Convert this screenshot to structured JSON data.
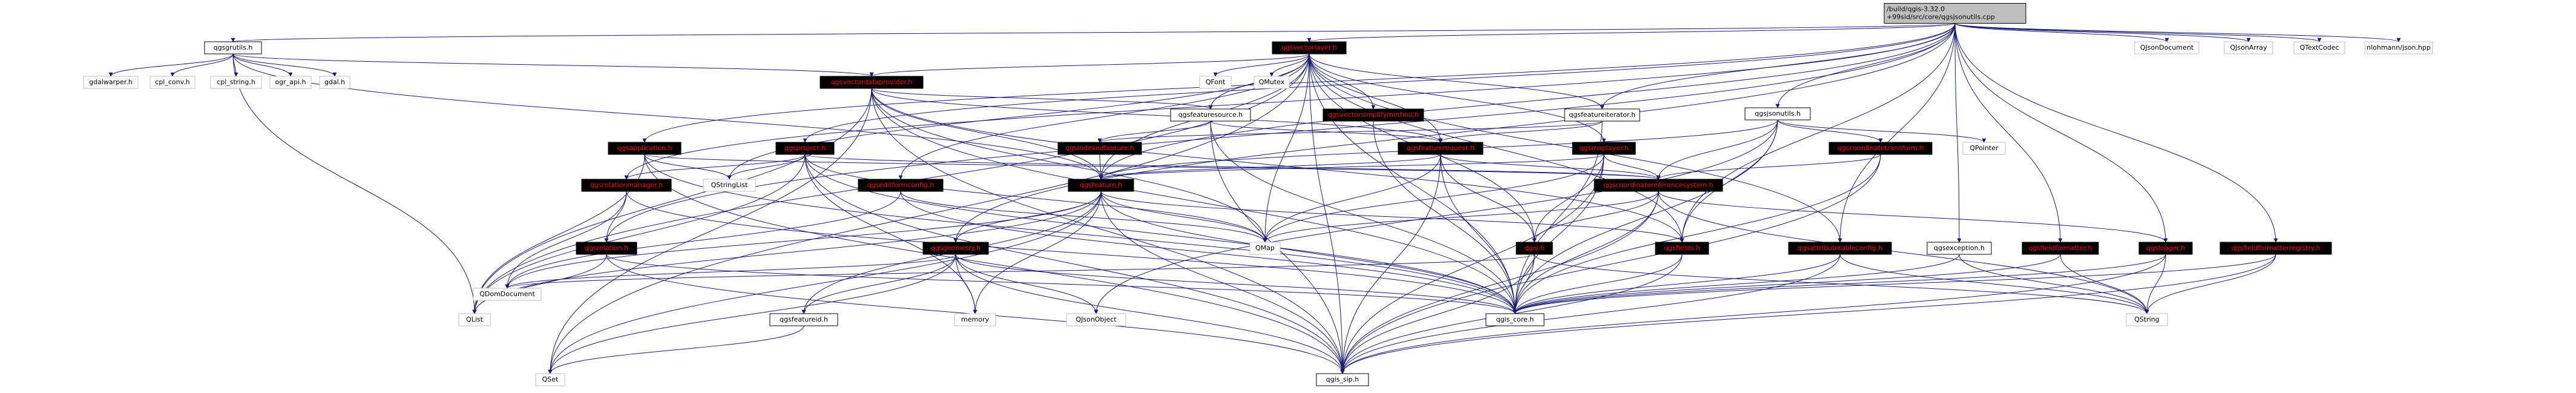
{
  "colors": {
    "edge": "#191970",
    "root_fill": "#bfbfbf",
    "red_text": "#ff0000",
    "grey_border": "#bfbfbf"
  },
  "nodes": [
    {
      "id": "root",
      "lines": [
        "/build/qgis-3.32.0",
        "+99sid/src/core/qgsjsonutils.cpp"
      ],
      "kind": "root"
    },
    {
      "id": "qgsrutils",
      "lines": [
        "qgsgrutils.h"
      ],
      "kind": "plain"
    },
    {
      "id": "vectorlayer",
      "lines": [
        "qgsvectorlayer.h"
      ],
      "kind": "red"
    },
    {
      "id": "jsonutils",
      "lines": [
        "qgsjsonutils.h"
      ],
      "kind": "plain"
    },
    {
      "id": "qjsondoc",
      "lines": [
        "QJsonDocument"
      ],
      "kind": "grey"
    },
    {
      "id": "qjsonarray",
      "lines": [
        "QJsonArray"
      ],
      "kind": "grey"
    },
    {
      "id": "qtextcodec",
      "lines": [
        "QTextCodec"
      ],
      "kind": "grey"
    },
    {
      "id": "nlohmann",
      "lines": [
        "nlohmann/json.hpp"
      ],
      "kind": "grey"
    },
    {
      "id": "gdalwarper",
      "lines": [
        "gdalwarper.h"
      ],
      "kind": "grey"
    },
    {
      "id": "cplconv",
      "lines": [
        "cpl_conv.h"
      ],
      "kind": "grey"
    },
    {
      "id": "cplstring",
      "lines": [
        "cpl_string.h"
      ],
      "kind": "grey"
    },
    {
      "id": "ograpi",
      "lines": [
        "ogr_api.h"
      ],
      "kind": "grey"
    },
    {
      "id": "gdal",
      "lines": [
        "gdal.h"
      ],
      "kind": "grey"
    },
    {
      "id": "vectordp",
      "lines": [
        "qgsvectordataprovider.h"
      ],
      "kind": "red"
    },
    {
      "id": "qfont",
      "lines": [
        "QFont"
      ],
      "kind": "grey"
    },
    {
      "id": "qmutex",
      "lines": [
        "QMutex"
      ],
      "kind": "grey"
    },
    {
      "id": "featuresource",
      "lines": [
        "qgsfeaturesource.h"
      ],
      "kind": "plain"
    },
    {
      "id": "simplify",
      "lines": [
        "qgsvectorsimplifymethod.h"
      ],
      "kind": "red"
    },
    {
      "id": "featureiterator",
      "lines": [
        "qgsfeatureiterator.h"
      ],
      "kind": "plain"
    },
    {
      "id": "qpointer",
      "lines": [
        "QPointer"
      ],
      "kind": "grey"
    },
    {
      "id": "indexedfeature",
      "lines": [
        "qgsindexedfeature.h"
      ],
      "kind": "red"
    },
    {
      "id": "featurerequest",
      "lines": [
        "qgsfeaturerequest.h"
      ],
      "kind": "red"
    },
    {
      "id": "maplayer",
      "lines": [
        "qgsmaplayer.h"
      ],
      "kind": "red"
    },
    {
      "id": "coordtransform",
      "lines": [
        "qgscoordinatetransform.h"
      ],
      "kind": "red"
    },
    {
      "id": "application",
      "lines": [
        "qgsapplication.h"
      ],
      "kind": "red"
    },
    {
      "id": "project",
      "lines": [
        "qgsproject.h"
      ],
      "kind": "red"
    },
    {
      "id": "editformconfig",
      "lines": [
        "qgseditformconfig.h"
      ],
      "kind": "red"
    },
    {
      "id": "feature",
      "lines": [
        "qgsfeature.h"
      ],
      "kind": "red"
    },
    {
      "id": "crs",
      "lines": [
        "qgscoordinatereferencesystem.h"
      ],
      "kind": "red"
    },
    {
      "id": "relationmgr",
      "lines": [
        "qgsrelationmanager.h"
      ],
      "kind": "red"
    },
    {
      "id": "qstringlist",
      "lines": [
        "QStringList"
      ],
      "kind": "grey"
    },
    {
      "id": "relation",
      "lines": [
        "qgsrelation.h"
      ],
      "kind": "red"
    },
    {
      "id": "geometry",
      "lines": [
        "qgsgeometry.h"
      ],
      "kind": "red"
    },
    {
      "id": "qmap",
      "lines": [
        "QMap"
      ],
      "kind": "grey"
    },
    {
      "id": "qgis",
      "lines": [
        "qgis.h"
      ],
      "kind": "red"
    },
    {
      "id": "fields",
      "lines": [
        "qgsfields.h"
      ],
      "kind": "red"
    },
    {
      "id": "attrtable",
      "lines": [
        "qgsattributetableconfig.h"
      ],
      "kind": "red"
    },
    {
      "id": "exception",
      "lines": [
        "qgsexception.h"
      ],
      "kind": "plain"
    },
    {
      "id": "fieldformatter",
      "lines": [
        "qgsfieldformatter.h"
      ],
      "kind": "red"
    },
    {
      "id": "logger",
      "lines": [
        "qgslogger.h"
      ],
      "kind": "red"
    },
    {
      "id": "ffregistry",
      "lines": [
        "qgsfieldformatterregistry.h"
      ],
      "kind": "red"
    },
    {
      "id": "qlist",
      "lines": [
        "QList"
      ],
      "kind": "grey"
    },
    {
      "id": "qdomdoc",
      "lines": [
        "QDomDocument"
      ],
      "kind": "grey"
    },
    {
      "id": "featureid",
      "lines": [
        "qgsfeatureid.h"
      ],
      "kind": "plain"
    },
    {
      "id": "memory",
      "lines": [
        "memory"
      ],
      "kind": "grey"
    },
    {
      "id": "qjsonobject",
      "lines": [
        "QJsonObject"
      ],
      "kind": "grey"
    },
    {
      "id": "qgscore",
      "lines": [
        "qgis_core.h"
      ],
      "kind": "plain"
    },
    {
      "id": "qstring",
      "lines": [
        "QString"
      ],
      "kind": "grey"
    },
    {
      "id": "qset",
      "lines": [
        "QSet"
      ],
      "kind": "grey"
    },
    {
      "id": "qgissip",
      "lines": [
        "qgis_sip.h"
      ],
      "kind": "plain"
    }
  ],
  "edges": [
    [
      "root",
      "qgsrutils"
    ],
    [
      "root",
      "vectorlayer"
    ],
    [
      "root",
      "jsonutils"
    ],
    [
      "root",
      "qjsondoc"
    ],
    [
      "root",
      "qjsonarray"
    ],
    [
      "root",
      "qtextcodec"
    ],
    [
      "root",
      "nlohmann"
    ],
    [
      "root",
      "feature"
    ],
    [
      "root",
      "project"
    ],
    [
      "root",
      "application"
    ],
    [
      "root",
      "featureiterator"
    ],
    [
      "root",
      "relationmgr"
    ],
    [
      "root",
      "relation"
    ],
    [
      "root",
      "exception"
    ],
    [
      "root",
      "fieldformatter"
    ],
    [
      "root",
      "logger"
    ],
    [
      "root",
      "ffregistry"
    ],
    [
      "root",
      "fields"
    ],
    [
      "root",
      "attrtable"
    ],
    [
      "root",
      "geometry"
    ],
    [
      "qgsrutils",
      "gdalwarper"
    ],
    [
      "qgsrutils",
      "cplconv"
    ],
    [
      "qgsrutils",
      "cplstring"
    ],
    [
      "qgsrutils",
      "ograpi"
    ],
    [
      "qgsrutils",
      "gdal"
    ],
    [
      "qgsrutils",
      "vectordp"
    ],
    [
      "qgsrutils",
      "feature"
    ],
    [
      "qgsrutils",
      "qlist"
    ],
    [
      "vectorlayer",
      "vectordp"
    ],
    [
      "vectorlayer",
      "qfont"
    ],
    [
      "vectorlayer",
      "qmutex"
    ],
    [
      "vectorlayer",
      "featuresource"
    ],
    [
      "vectorlayer",
      "simplify"
    ],
    [
      "vectorlayer",
      "featureiterator"
    ],
    [
      "vectorlayer",
      "featurerequest"
    ],
    [
      "vectorlayer",
      "maplayer"
    ],
    [
      "vectorlayer",
      "editformconfig"
    ],
    [
      "vectorlayer",
      "feature"
    ],
    [
      "vectorlayer",
      "qstringlist"
    ],
    [
      "vectorlayer",
      "qmap"
    ],
    [
      "vectorlayer",
      "qgscore"
    ],
    [
      "vectorlayer",
      "qgissip"
    ],
    [
      "vectorlayer",
      "qgis"
    ],
    [
      "vectorlayer",
      "fields"
    ],
    [
      "vectorlayer",
      "attrtable"
    ],
    [
      "vectorlayer",
      "qset"
    ],
    [
      "vectorlayer",
      "qlist"
    ],
    [
      "vectordp",
      "featuresource"
    ],
    [
      "vectordp",
      "featurerequest"
    ],
    [
      "vectordp",
      "feature"
    ],
    [
      "vectordp",
      "qmap"
    ],
    [
      "vectordp",
      "qgscore"
    ],
    [
      "vectordp",
      "qset"
    ],
    [
      "vectordp",
      "qlist"
    ],
    [
      "vectordp",
      "qgissip"
    ],
    [
      "vectordp",
      "fields"
    ],
    [
      "featuresource",
      "featurerequest"
    ],
    [
      "featuresource",
      "qgscore"
    ],
    [
      "featuresource",
      "qgissip"
    ],
    [
      "featuresource",
      "indexedfeature"
    ],
    [
      "simplify",
      "qgscore"
    ],
    [
      "featureiterator",
      "featurerequest"
    ],
    [
      "featureiterator",
      "indexedfeature"
    ],
    [
      "featureiterator",
      "qgscore"
    ],
    [
      "indexedfeature",
      "feature"
    ],
    [
      "featurerequest",
      "feature"
    ],
    [
      "featurerequest",
      "crs"
    ],
    [
      "featurerequest",
      "qgis"
    ],
    [
      "featurerequest",
      "qgscore"
    ],
    [
      "featurerequest",
      "qgissip"
    ],
    [
      "featurerequest",
      "qmap"
    ],
    [
      "jsonutils",
      "qpointer"
    ],
    [
      "jsonutils",
      "coordtransform"
    ],
    [
      "jsonutils",
      "crs"
    ],
    [
      "jsonutils",
      "feature"
    ],
    [
      "jsonutils",
      "fields"
    ],
    [
      "jsonutils",
      "qgscore"
    ],
    [
      "jsonutils",
      "qjsonobject"
    ],
    [
      "maplayer",
      "feature"
    ],
    [
      "maplayer",
      "crs"
    ],
    [
      "maplayer",
      "qgis"
    ],
    [
      "maplayer",
      "qgscore"
    ],
    [
      "maplayer",
      "qgissip"
    ],
    [
      "maplayer",
      "qmap"
    ],
    [
      "coordtransform",
      "crs"
    ],
    [
      "coordtransform",
      "qgscore"
    ],
    [
      "coordtransform",
      "qgissip"
    ],
    [
      "application",
      "qstringlist"
    ],
    [
      "application",
      "qgscore"
    ],
    [
      "application",
      "qgissip"
    ],
    [
      "application",
      "qlist"
    ],
    [
      "application",
      "crs"
    ],
    [
      "project",
      "relationmgr"
    ],
    [
      "project",
      "qstringlist"
    ],
    [
      "project",
      "crs"
    ],
    [
      "project",
      "qgscore"
    ],
    [
      "project",
      "qgissip"
    ],
    [
      "project",
      "qlist"
    ],
    [
      "project",
      "qmap"
    ],
    [
      "project",
      "memory"
    ],
    [
      "editformconfig",
      "qgscore"
    ],
    [
      "editformconfig",
      "qdomdoc"
    ],
    [
      "editformconfig",
      "qmap"
    ],
    [
      "feature",
      "geometry"
    ],
    [
      "feature",
      "featureid"
    ],
    [
      "feature",
      "fields"
    ],
    [
      "feature",
      "qgscore"
    ],
    [
      "feature",
      "qgissip"
    ],
    [
      "feature",
      "qmap"
    ],
    [
      "feature",
      "qset"
    ],
    [
      "feature",
      "memory"
    ],
    [
      "feature",
      "qlist"
    ],
    [
      "feature",
      "qdomdoc"
    ],
    [
      "crs",
      "qgis"
    ],
    [
      "crs",
      "qgscore"
    ],
    [
      "crs",
      "qgissip"
    ],
    [
      "crs",
      "qstring"
    ],
    [
      "crs",
      "qmap"
    ],
    [
      "crs",
      "logger"
    ],
    [
      "relationmgr",
      "relation"
    ],
    [
      "relationmgr",
      "qgscore"
    ],
    [
      "relationmgr",
      "qdomdoc"
    ],
    [
      "relation",
      "qgscore"
    ],
    [
      "relation",
      "qlist"
    ],
    [
      "relation",
      "qgissip"
    ],
    [
      "geometry",
      "featureid"
    ],
    [
      "geometry",
      "qgscore"
    ],
    [
      "geometry",
      "qgissip"
    ],
    [
      "geometry",
      "memory"
    ],
    [
      "geometry",
      "qjsonobject"
    ],
    [
      "geometry",
      "qset"
    ],
    [
      "geometry",
      "qdomdoc"
    ],
    [
      "qgis",
      "qgscore"
    ],
    [
      "qgis",
      "qgissip"
    ],
    [
      "qgis",
      "qstring"
    ],
    [
      "qgis",
      "qdomdoc"
    ],
    [
      "fields",
      "qgscore"
    ],
    [
      "fields",
      "qgissip"
    ],
    [
      "attrtable",
      "qgscore"
    ],
    [
      "attrtable",
      "qgissip"
    ],
    [
      "attrtable",
      "qstring"
    ],
    [
      "exception",
      "qgscore"
    ],
    [
      "exception",
      "qstring"
    ],
    [
      "fieldformatter",
      "qgscore"
    ],
    [
      "fieldformatter",
      "qstring"
    ],
    [
      "logger",
      "qgscore"
    ],
    [
      "logger",
      "qstring"
    ],
    [
      "logger",
      "qgissip"
    ],
    [
      "ffregistry",
      "qgscore"
    ],
    [
      "ffregistry",
      "qgissip"
    ],
    [
      "ffregistry",
      "qstring"
    ],
    [
      "featureid",
      "qset"
    ]
  ]
}
